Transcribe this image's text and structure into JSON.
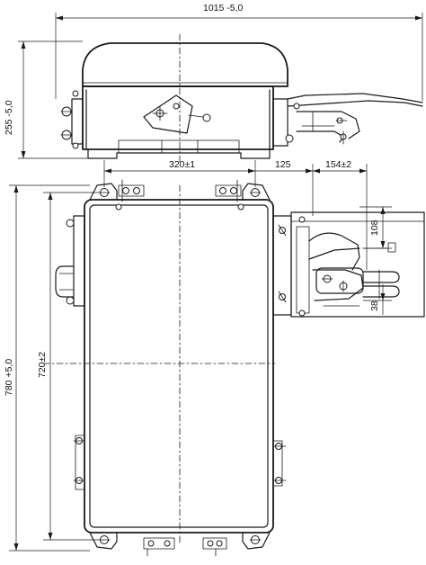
{
  "dimensions": {
    "overall_length": "1015 -5,0",
    "top_height": "255 -5,0",
    "hole_spacing_x": "320±1",
    "offset_x": "125",
    "bracket_width": "154±2",
    "bracket_height": "108",
    "bracket_lower": "38",
    "overall_width": "780 +5,0",
    "hole_spacing_y": "720±2"
  }
}
